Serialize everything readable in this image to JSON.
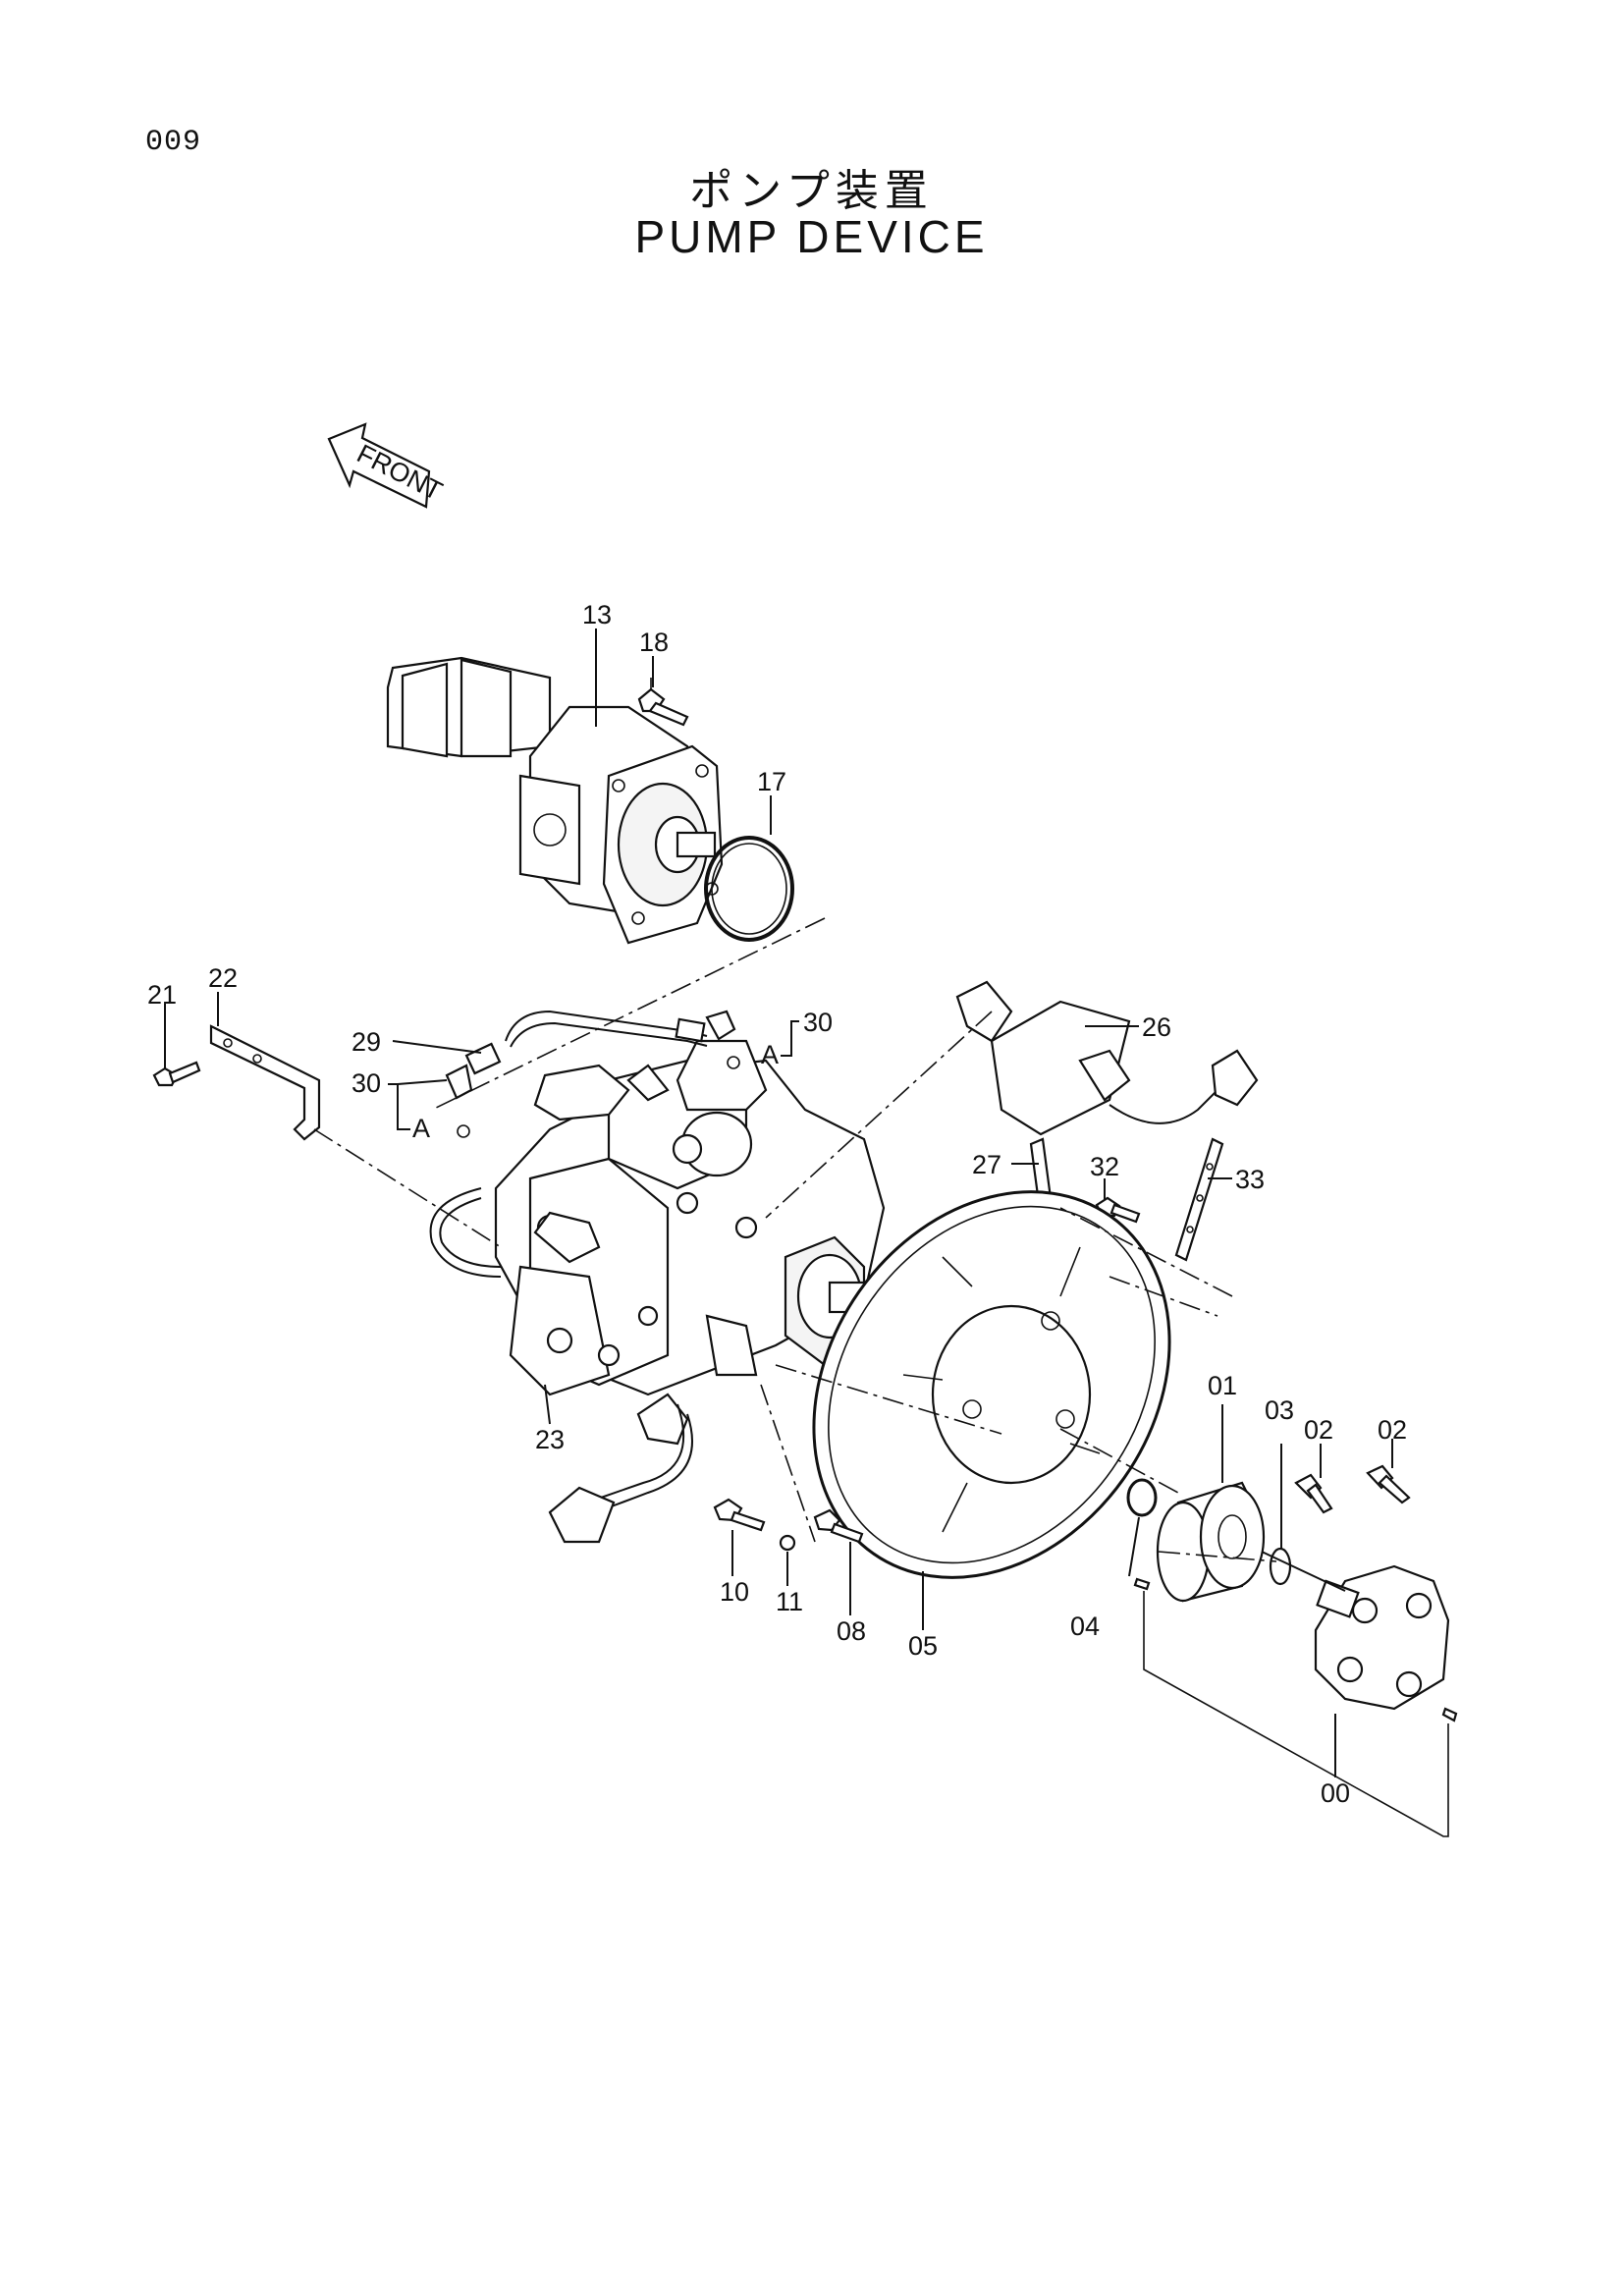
{
  "page_number": "009",
  "title_jp": "ポンプ装置",
  "title_en": "PUMP  DEVICE",
  "front_arrow_text": "FRONT",
  "callouts": {
    "c13": "13",
    "c18": "18",
    "c17": "17",
    "c22": "22",
    "c21": "21",
    "c29": "29",
    "c30a": "30",
    "c30b": "30",
    "cA1": "A",
    "cA2": "A",
    "c26": "26",
    "c27": "27",
    "c32": "32",
    "c33": "33",
    "c23": "23",
    "c10": "10",
    "c11": "11",
    "c08": "08",
    "c05": "05",
    "c04": "04",
    "c01": "01",
    "c03": "03",
    "c02a": "02",
    "c02b": "02",
    "c00": "00"
  }
}
